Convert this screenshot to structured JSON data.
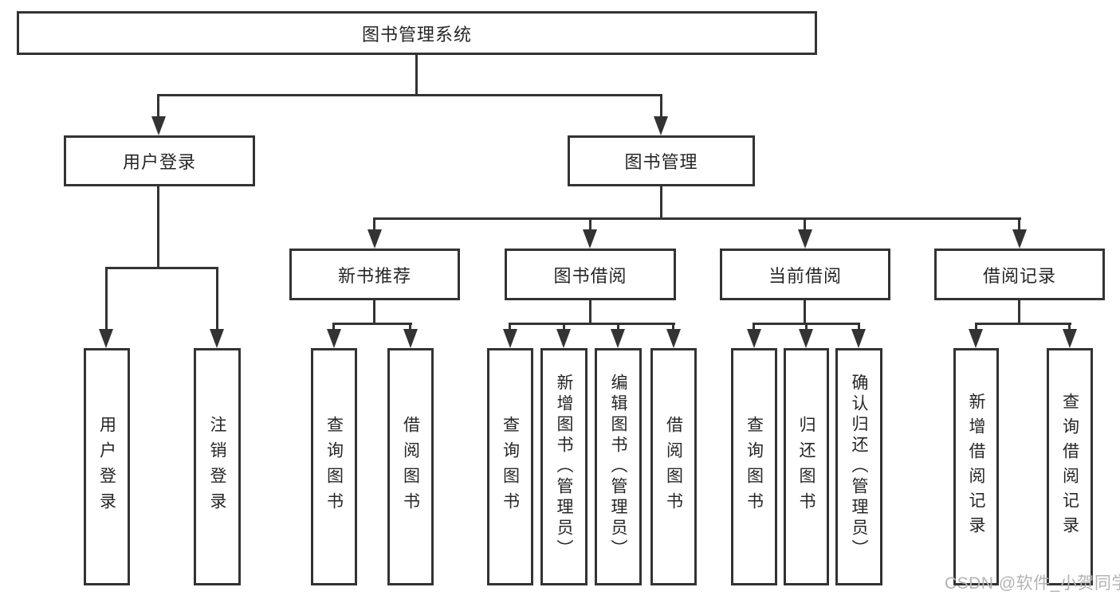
{
  "diagram": {
    "root": "图书管理系统",
    "level2": [
      "用户登录",
      "图书管理"
    ],
    "level3": [
      "新书推荐",
      "图书借阅",
      "当前借阅",
      "借阅记录"
    ],
    "leaves": {
      "user_login": [
        "用户登录",
        "注销登录"
      ],
      "new_book": [
        "查询图书",
        "借阅图书"
      ],
      "book_borrow": [
        "查询图书",
        "新增图书（管理员）",
        "编辑图书（管理员）",
        "借阅图书"
      ],
      "current_borrow": [
        "查询图书",
        "归还图书",
        "确认归还（管理员）"
      ],
      "borrow_records": [
        "新增借阅记录",
        "查询借阅记录"
      ]
    },
    "watermark": "CSDN @软件_小贺同学",
    "colors": {
      "line": "#333333",
      "text": "#262626",
      "watermark": "#b3b3b3",
      "background": "#ffffff"
    }
  }
}
